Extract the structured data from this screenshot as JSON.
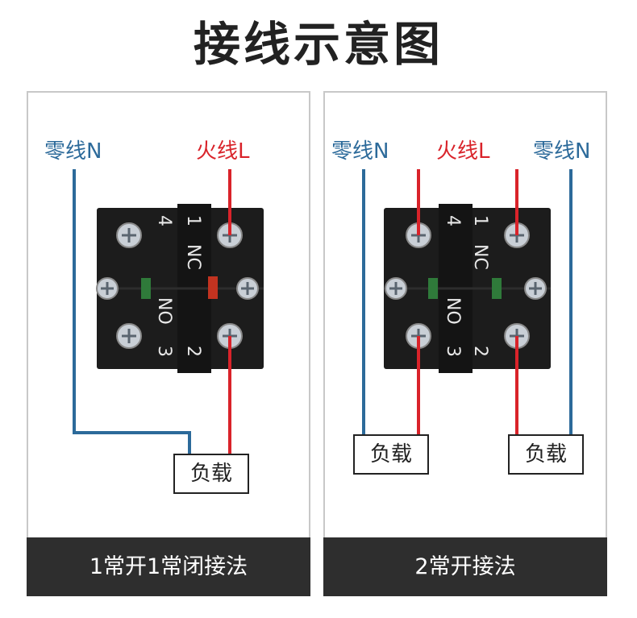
{
  "title": "接线示意图",
  "colors": {
    "neutral_wire": "#2c6a9a",
    "live_wire": "#d9232a",
    "caption_bg": "#2e2e2e",
    "switch_body": "#1c1c1c"
  },
  "switch_terminals": {
    "t4": "4",
    "t1": "1",
    "t3": "3",
    "t2": "2",
    "nc": "NC",
    "no": "NO"
  },
  "left_panel": {
    "neutral_label": "零线N",
    "live_label": "火线L",
    "load_label": "负载",
    "caption": "1常开1常闭接法"
  },
  "right_panel": {
    "neutral_label_left": "零线N",
    "live_label": "火线L",
    "neutral_label_right": "零线N",
    "load_left_label": "负载",
    "load_right_label": "负载",
    "caption": "2常开接法"
  }
}
